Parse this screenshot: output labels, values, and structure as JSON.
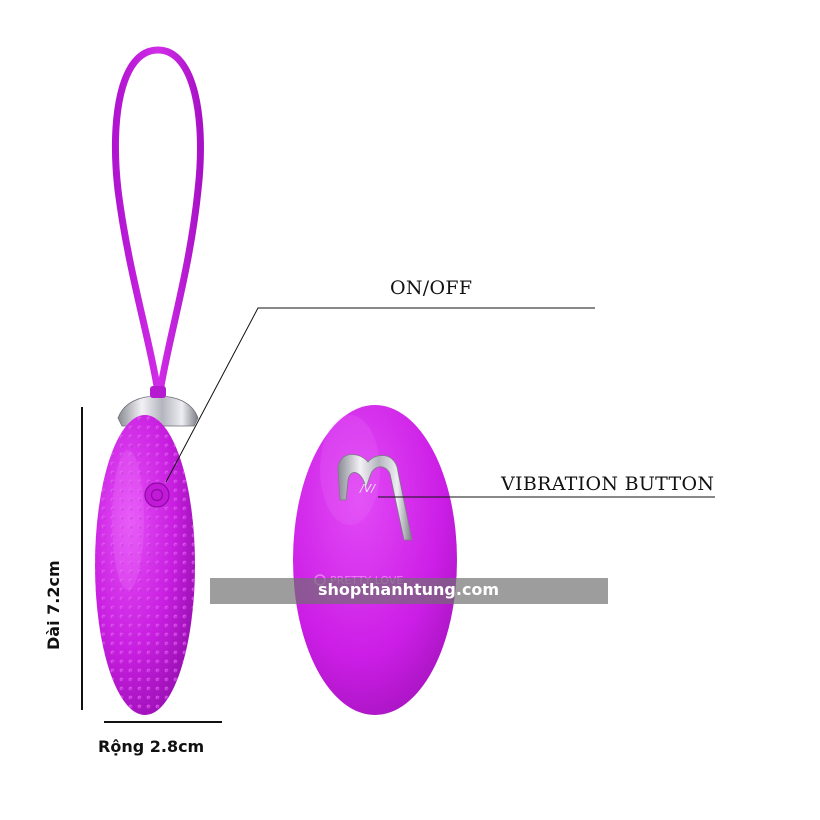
{
  "labels": {
    "on_off": "ON/OFF",
    "vibration_button": "VIBRATION BUTTON",
    "length": "Dài 7.2cm",
    "width": "Rộng 2.8cm"
  },
  "watermark": {
    "text": "shopthanhtung.com"
  },
  "logo_text": "PRETTY LOVE",
  "colors": {
    "product_magenta": "#c81ee0",
    "product_highlight": "#e44cf5",
    "product_shadow": "#8c0ca6",
    "chrome": "#c8c8d0",
    "line": "#111111",
    "watermark_bg": "#6e6e6e"
  }
}
